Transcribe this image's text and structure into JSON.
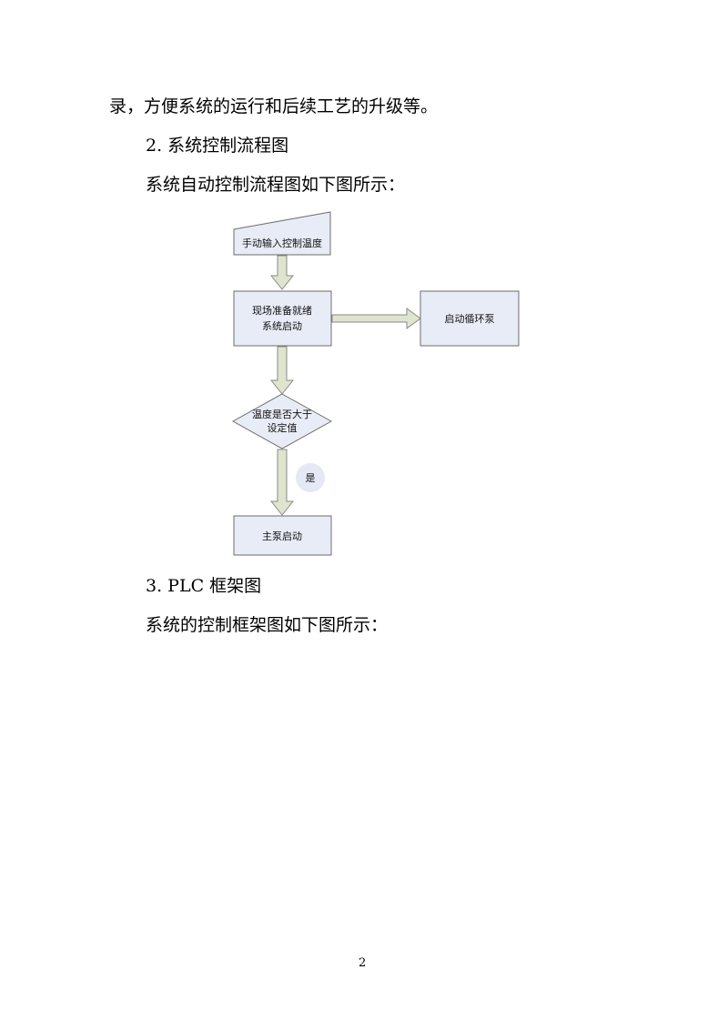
{
  "document": {
    "line1": "录，方便系统的运行和后续工艺的升级等。",
    "section2_heading": "2. 系统控制流程图",
    "section2_intro": "系统自动控制流程图如下图所示：",
    "section3_heading": "3. PLC 框架图",
    "section3_intro": "系统的控制框架图如下图所示：",
    "page_number": "2"
  },
  "flowchart": {
    "colors": {
      "node_fill": "#e8ecf6",
      "node_stroke": "#6d6d6d",
      "arrow_fill": "#dfe4cc",
      "arrow_stroke": "#8a8a8a",
      "label_fill": "#e4e9f5"
    },
    "manual_input": "手动输入控制温度",
    "ready_line1": "现场准备就绪",
    "ready_line2": "系统启动",
    "circulation_pump": "启动循环泵",
    "decision_line1": "温度是否大于",
    "decision_line2": "设定值",
    "yes_label": "是",
    "main_pump": "主泵启动"
  }
}
